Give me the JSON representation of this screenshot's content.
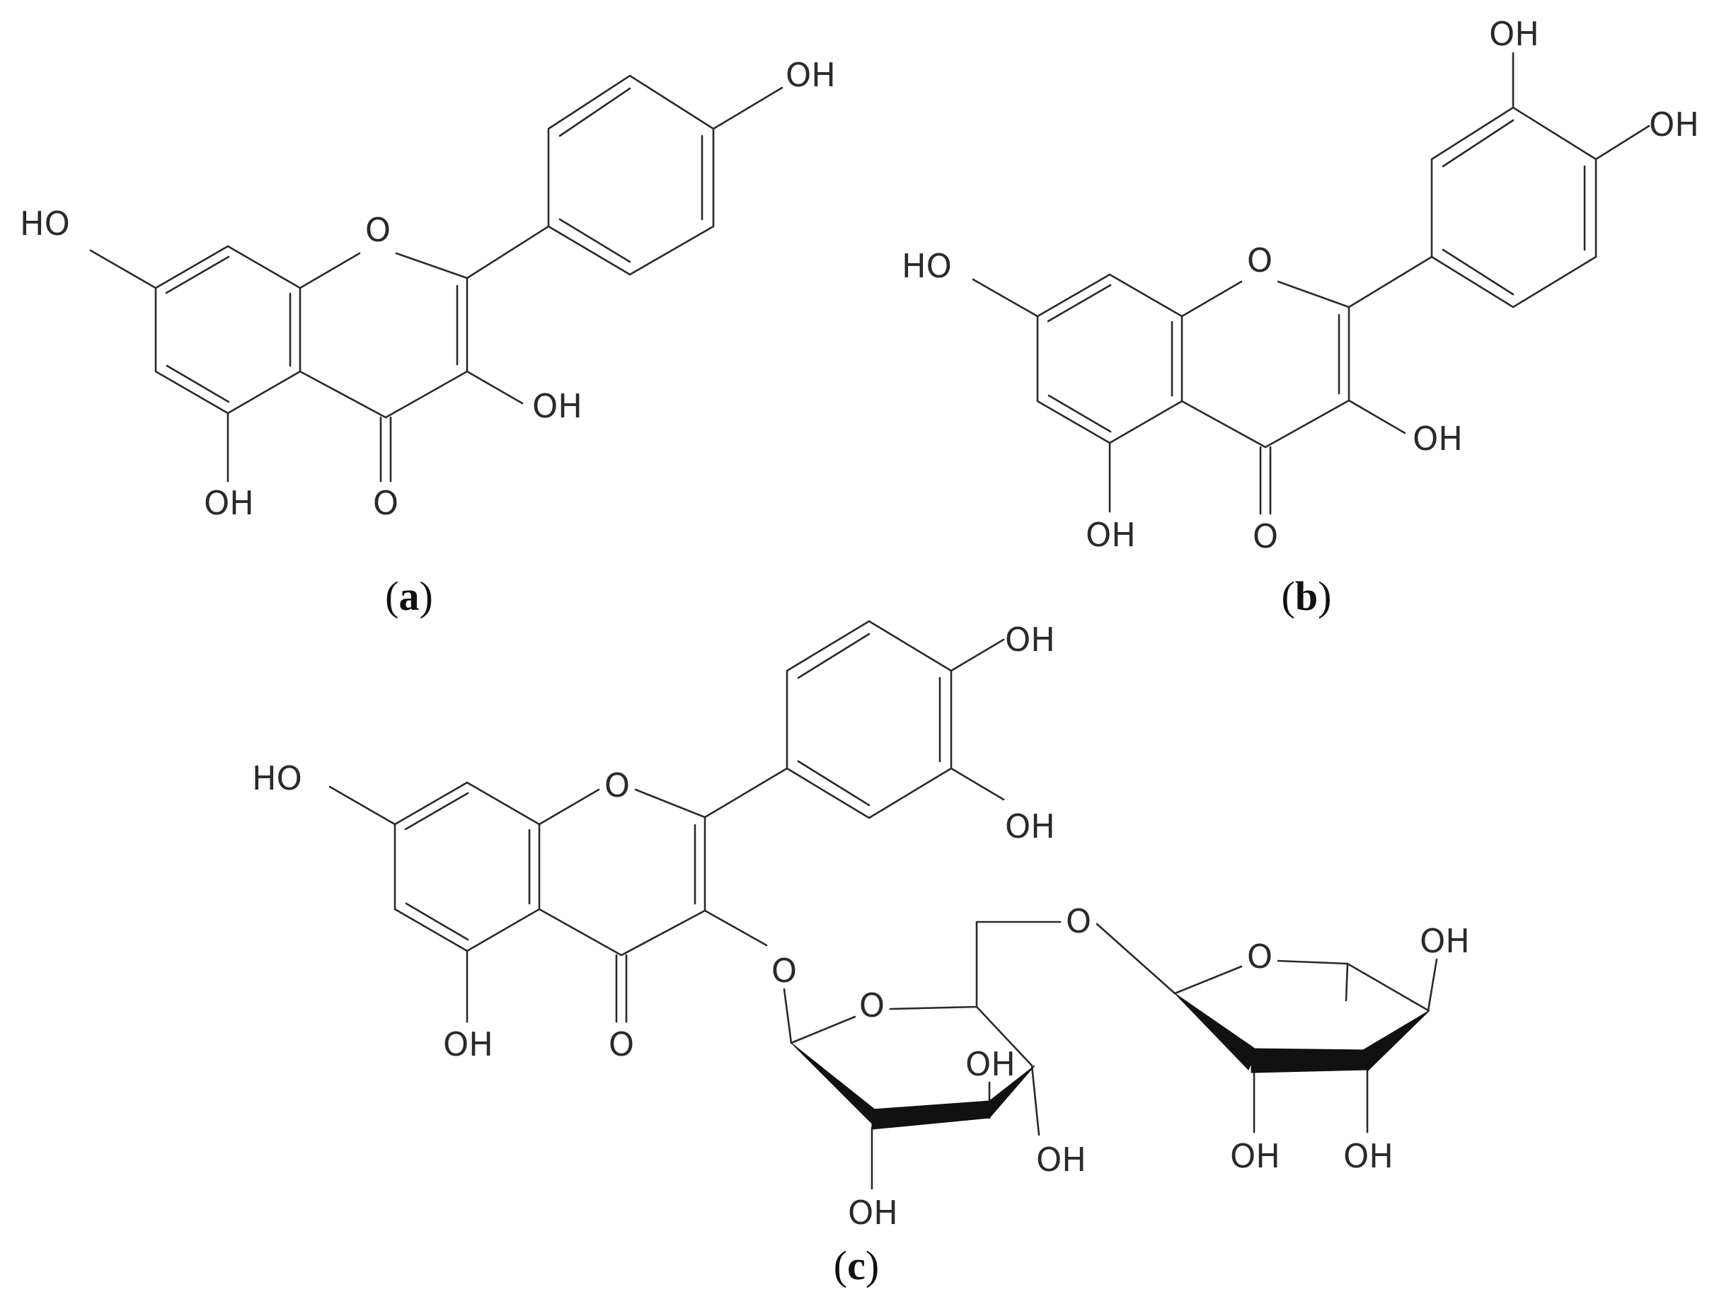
{
  "figure": {
    "captions": {
      "a": {
        "open": "(",
        "letter": "a",
        "close": ")"
      },
      "b": {
        "open": "(",
        "letter": "b",
        "close": ")"
      },
      "c": {
        "open": "(",
        "letter": "c",
        "close": ")"
      }
    },
    "a": {
      "ring_o": "O",
      "ho7": "HO",
      "oh5": "OH",
      "carbonyl_o": "O",
      "oh3": "OH",
      "oh4p": "OH"
    },
    "b": {
      "ring_o": "O",
      "ho7": "HO",
      "oh5": "OH",
      "carbonyl_o": "O",
      "oh3": "OH",
      "oh3p": "OH",
      "oh4p": "OH"
    },
    "c": {
      "ring_o": "O",
      "ho7": "HO",
      "oh5": "OH",
      "carbonyl_o": "O",
      "oh4p": "OH",
      "oh3p": "OH",
      "glycosidic_o": "O",
      "glucose_ring_o": "O",
      "glucose_oh_a": "OH",
      "glucose_oh_b": "OH",
      "glucose_oh_c": "OH",
      "linker_o": "O",
      "rhamnose_ring_o": "O",
      "rhamnose_oh_top": "OH",
      "rhamnose_oh_a": "OH",
      "rhamnose_oh_b": "OH"
    }
  }
}
